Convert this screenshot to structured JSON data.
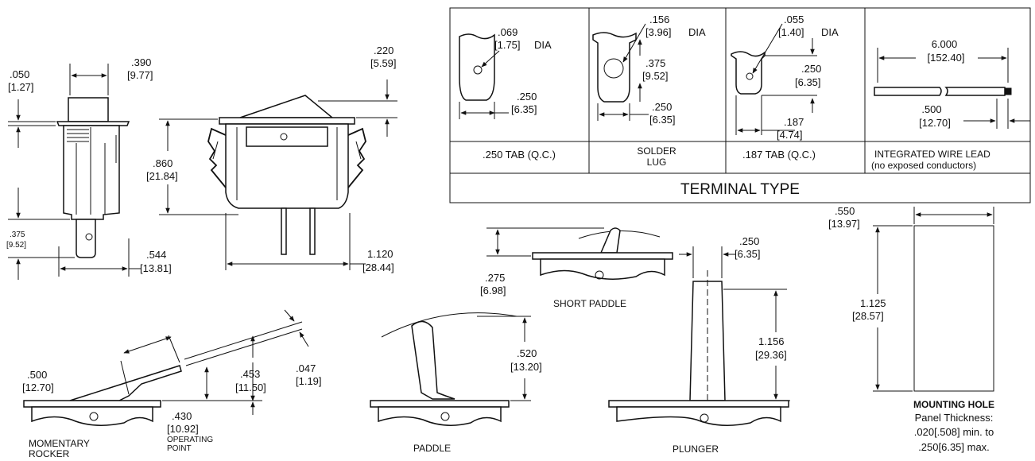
{
  "dims": {
    "w050": ".050",
    "w050m": "[1.27]",
    "w390": ".390",
    "w390m": "[9.77]",
    "t375": ".375",
    "t375m": "[9.52]",
    "w544": ".544",
    "w544m": "[13.81]",
    "h220": ".220",
    "h220m": "[5.59]",
    "h860": ".860",
    "h860m": "[21.84]",
    "w1120": "1.120",
    "w1120m": "[28.44]",
    "r500": ".500",
    "r500m": "[12.70]",
    "r047": ".047",
    "r047m": "[1.19]",
    "r453": ".453",
    "r453m": "[11.50]",
    "r430": ".430",
    "r430m": "[10.92]",
    "op1": "OPERATING",
    "op2": "POINT",
    "s275": ".275",
    "s275m": "[6.98]",
    "p520": ".520",
    "p520m": "[13.20]",
    "pl250": ".250",
    "pl250m": "[6.35]",
    "pl1156": "1.156",
    "pl1156m": "[29.36]",
    "mh550": ".550",
    "mh550m": "[13.97]",
    "mh1125": "1.125",
    "mh1125m": "[28.57]"
  },
  "labels": {
    "momentary1": "MOMENTARY",
    "momentary2": "ROCKER",
    "paddle": "PADDLE",
    "short_paddle": "SHORT PADDLE",
    "plunger": "PLUNGER",
    "mounting_title": "MOUNTING HOLE",
    "mounting_1": "Panel Thickness:",
    "mounting_2": ".020[.508] min. to",
    "mounting_3": ".250[6.35] max."
  },
  "terminal_table": {
    "title": "TERMINAL TYPE",
    "cols": [
      {
        "name": ".250 TAB (Q.C.)",
        "d1": ".069",
        "d1m": "[1.75]",
        "dia": "DIA",
        "d2": ".250",
        "d2m": "[6.35]"
      },
      {
        "name1": "SOLDER",
        "name2": "LUG",
        "d1": ".156",
        "d1m": "[3.96]",
        "dia": "DIA",
        "d2": ".375",
        "d2m": "[9.52]",
        "d3": ".250",
        "d3m": "[6.35]"
      },
      {
        "name": ".187 TAB (Q.C.)",
        "d1": ".055",
        "d1m": "[1.40]",
        "dia": "DIA",
        "d2": ".250",
        "d2m": "[6.35]",
        "d3": ".187",
        "d3m": "[4.74]"
      },
      {
        "name1": "INTEGRATED WIRE LEAD",
        "name2": "(no exposed conductors)",
        "d1": "6.000",
        "d1m": "[152.40]",
        "d2": ".500",
        "d2m": "[12.70]"
      }
    ]
  }
}
